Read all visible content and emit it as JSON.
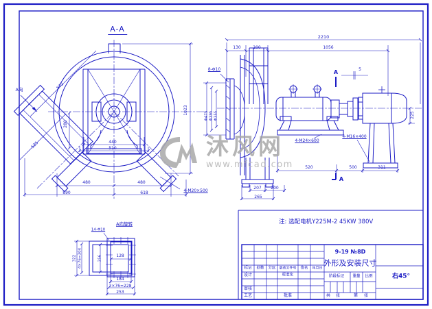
{
  "colors": {
    "line": "#1b1bc4",
    "watermark_gray": "#a9a9a9",
    "background": "#ffffff"
  },
  "watermark": {
    "brand": "沐风网",
    "url": "www.mfcad.com"
  },
  "note": "注: 选配电机Y225M-2 45KW 380V",
  "left_view": {
    "section_title": "A-A",
    "view_dir": "A向",
    "d572": "572",
    "d525": "525",
    "d280": "280",
    "d440": "440",
    "d510": "510",
    "d1023": "1023",
    "d480": "480",
    "d890": "890",
    "d618": "618",
    "anchor_bolts": "4-M20×500"
  },
  "side_view": {
    "d2210": "2210",
    "d130": "130",
    "d200": "200",
    "d1056": "1056",
    "flange_holes": "8-Φ10",
    "dia_outer": "Φ475",
    "dia_mid": "Φ395",
    "dia_inner": "Φ355",
    "section_label": "A",
    "d5": "5",
    "d225": "225",
    "anchor_bolts_fan": "4-M24×600",
    "anchor_bolts_motor": "4-M16×400",
    "d520": "520",
    "d500": "500",
    "d311": "311",
    "d207": "207",
    "d200b": "200",
    "d265": "265"
  },
  "detail_view": {
    "title": "A向旋转",
    "holes": "14-Φ10",
    "d322": "322",
    "d4x76": "4×76=304",
    "d256": "256",
    "d128": "128",
    "d184": "184",
    "d3x76": "3×76=228",
    "d253": "253"
  },
  "title_block": {
    "model": "9-19 №8D",
    "drawing_title": "外形及安装尺寸",
    "orientation": "右45°",
    "h_mark": "标记",
    "h_count": "处数",
    "h_zone": "分区",
    "h_doc_no": "更改文件号",
    "h_sign": "签名",
    "h_date": "年月日",
    "design": "设计",
    "standardize": "标准化",
    "check": "审核",
    "process": "工艺",
    "approve": "批准",
    "stage_mark": "阶段标记",
    "weight": "重量",
    "scale": "比例",
    "sheet_total": "共",
    "sheet_unit": "张",
    "sheet_no": "第"
  }
}
